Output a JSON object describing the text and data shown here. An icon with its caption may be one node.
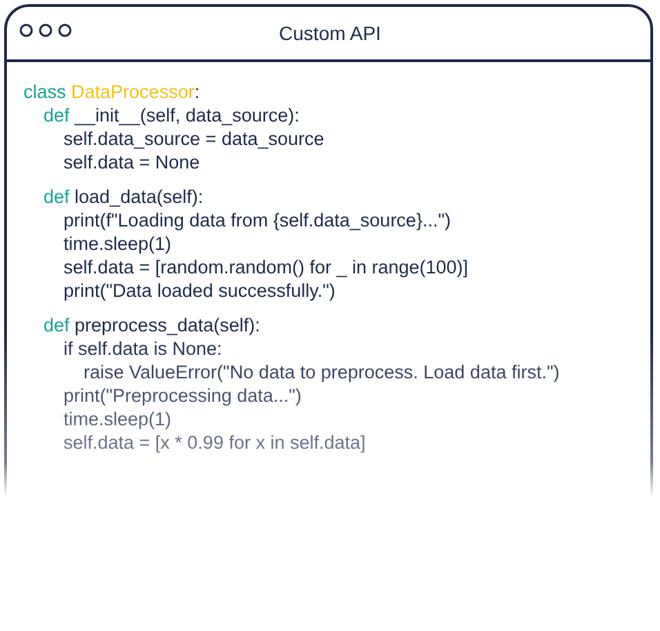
{
  "diagram": {
    "title": "Custom API",
    "labels": [
      "class DataProcessor:",
      "def __init__(self, data_source):",
      "self.data_source = data_source",
      "self.data = None",
      "def load_data(self):",
      "print(f\"Loading data from {self.data_source}...\")",
      "time.sleep(1)",
      "self.data = [random.random() for _ in range(100)]",
      "print(\"Data loaded successfully.\")",
      "def preprocess_data(self):",
      "if self.data is None:",
      "raise ValueError(\"No data to preprocess. Load data first.\")",
      "print(\"Preprocessing data...\")",
      "time.sleep(1)",
      "self.data = [x * 0.99 for x in self.data]"
    ]
  }
}
